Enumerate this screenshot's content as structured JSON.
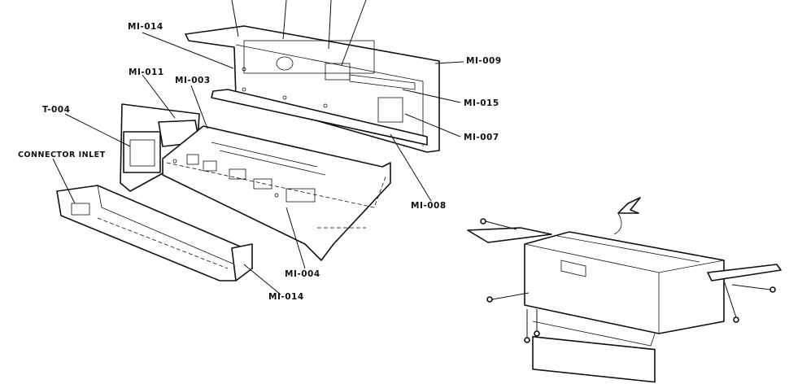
{
  "labels": {
    "mi014_top": "MI-014",
    "mi011": "MI-011",
    "mi003": "MI-003",
    "t004": "T-004",
    "connector_inlet": "CONNECTOR INLET",
    "mi009": "MI-009",
    "mi015": "MI-015",
    "mi007": "MI-007",
    "mi008": "MI-008",
    "mi004": "MI-004",
    "mi014_bottom": "MI-014"
  }
}
